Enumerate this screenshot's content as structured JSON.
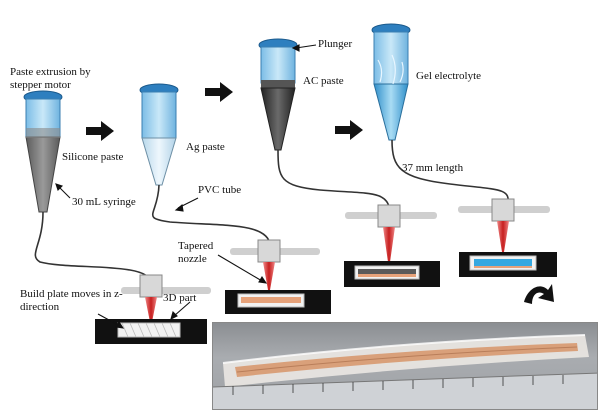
{
  "labels": {
    "paste_extrusion": "Paste extrusion by stepper motor",
    "silicone_paste": "Silicone paste",
    "syringe": "30 mL syringe",
    "ag_paste": "Ag paste",
    "pvc_tube": "PVC tube",
    "plunger": "Plunger",
    "ac_paste": "AC paste",
    "gel_electrolyte": "Gel electrolyte",
    "length": "37 mm length",
    "tapered_nozzle": "Tapered nozzle",
    "build_plate": "Build plate moves in z-direction",
    "part_3d": "3D part"
  },
  "colors": {
    "cap": "#2e7fbf",
    "syringe_blue": "#9fd0ee",
    "silicone": "#6f6f6f",
    "ag": "#cfe6f5",
    "ac": "#3a3a3a",
    "gel": "#5fb4e2",
    "extrudate": "#d13b3b",
    "plate": "#111111",
    "copper": "#d9a07a",
    "gel_blue": "#35a8e0",
    "arrow": "#111111"
  }
}
